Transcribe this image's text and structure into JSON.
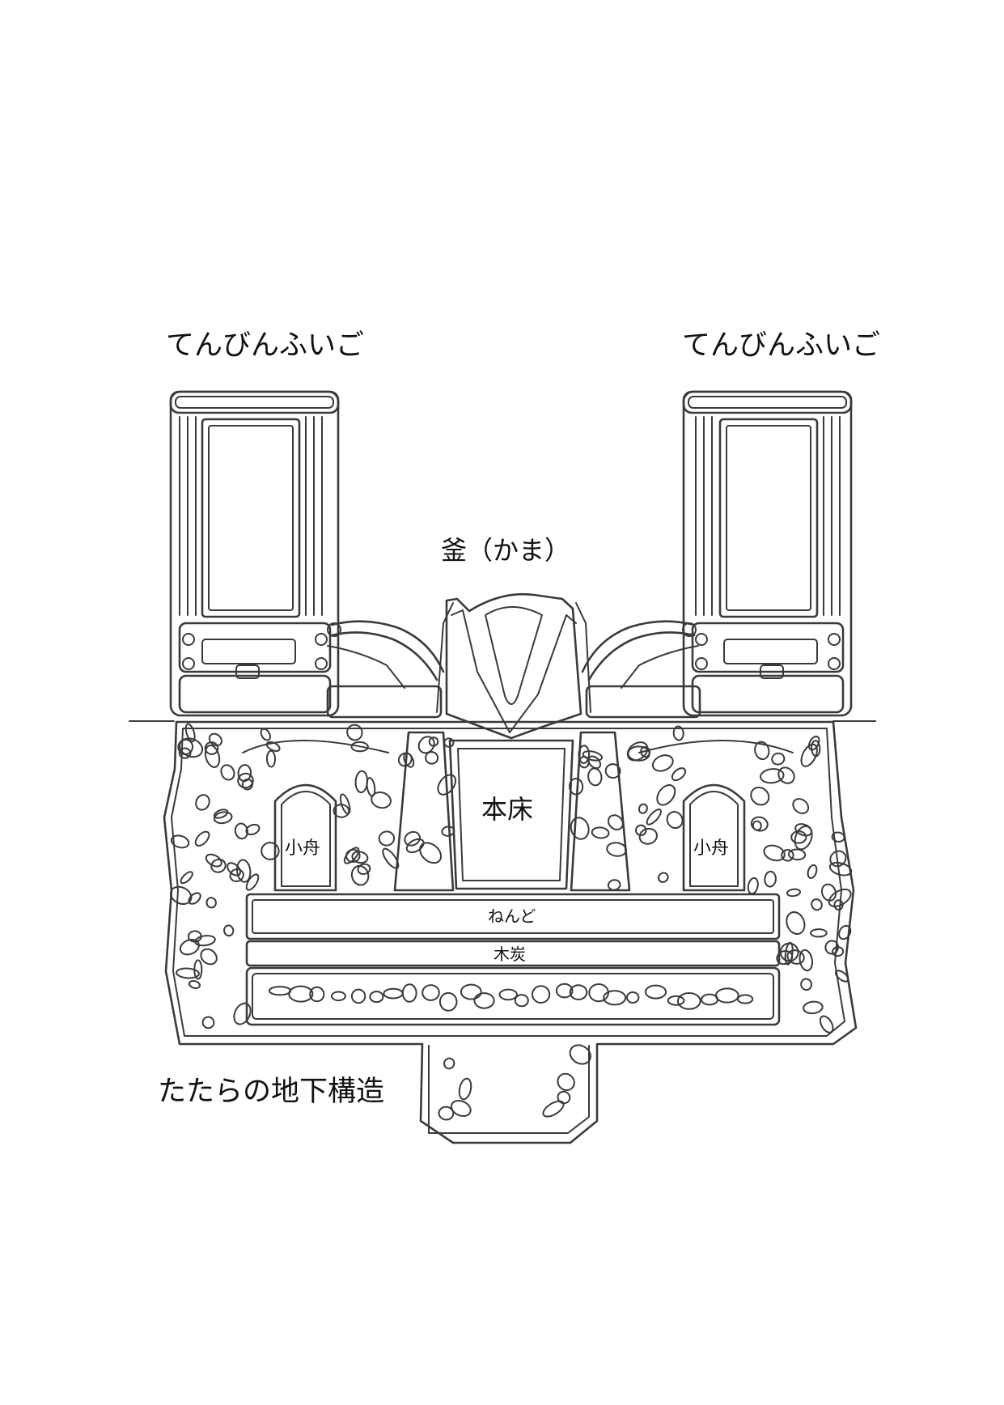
{
  "labels": {
    "bellows_left": "てんびんふいご",
    "bellows_right": "てんびんふいご",
    "kama": "釜（かま）",
    "motodoko": "本床",
    "kobune_left": "小舟",
    "kobune_right": "小舟",
    "nendo": "ねんど",
    "mokutan": "木炭",
    "caption": "たたらの地下構造"
  },
  "colors": {
    "line": "#3a3a3a",
    "text": "#111111",
    "background": "#ffffff"
  }
}
